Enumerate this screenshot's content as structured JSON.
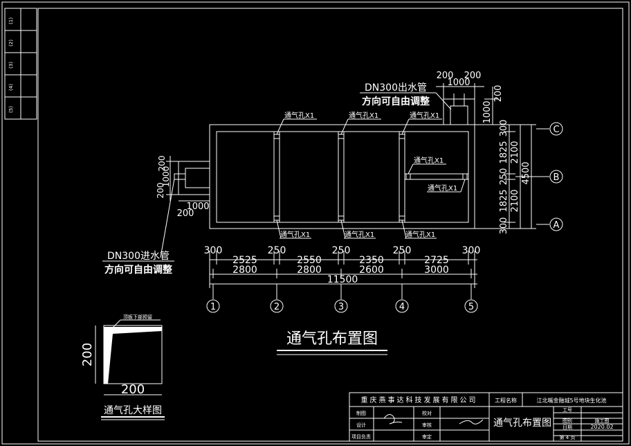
{
  "drawing": {
    "title": "通气孔布置图",
    "outlet_pipe": {
      "line1": "DN300出水管",
      "line2": "方向可自由调整"
    },
    "inlet_pipe": {
      "line1": "DN300进水管",
      "line2": "方向可自由调整"
    },
    "vent_label": "通气孔X1",
    "top_dims": {
      "a": "200",
      "b": "200",
      "c": "1000"
    },
    "top_right_dims": {
      "a": "200",
      "b": "1000"
    },
    "left_dims": {
      "a": "200",
      "b": "1000",
      "c": "200",
      "d": "200",
      "e": "1000"
    },
    "right_dims": {
      "d300a": "300",
      "d1825a": "1825",
      "d2100a": "2100",
      "d250": "250",
      "d1825b": "1825",
      "d2100b": "2100",
      "d300b": "300",
      "total": "4500"
    },
    "bottom_dims": {
      "row1": [
        "300",
        "250",
        "250",
        "250",
        "300"
      ],
      "row2": [
        "2525",
        "2550",
        "2350",
        "2725"
      ],
      "row3": [
        "2800",
        "2800",
        "2600",
        "3000"
      ],
      "total": "11500"
    },
    "axes_bottom": [
      "1",
      "2",
      "3",
      "4",
      "5"
    ],
    "axes_right": [
      "C",
      "B",
      "A"
    ],
    "detail": {
      "title": "通气孔大样图",
      "width": "200",
      "height": "200",
      "note": "顶板下部预留"
    }
  },
  "title_block": {
    "company": "重庆燕事达科技发展有限公司",
    "project_label": "工程名称",
    "project_name": "江北嘴金融城5号地块生化池",
    "drawing_name": "通气孔布置图",
    "rows_left": [
      "制图",
      "设计",
      "项目负责"
    ],
    "rows_mid": [
      "校对",
      "审核",
      "审定"
    ],
    "rows_right_labels": [
      "工号",
      "图别",
      "日期"
    ],
    "drawing_type": "施工图",
    "date": "2020.02",
    "sheet": "第 4 页"
  },
  "side_strip": [
    "(1)",
    "(2)",
    "(3)",
    "(4)",
    "(5)"
  ]
}
